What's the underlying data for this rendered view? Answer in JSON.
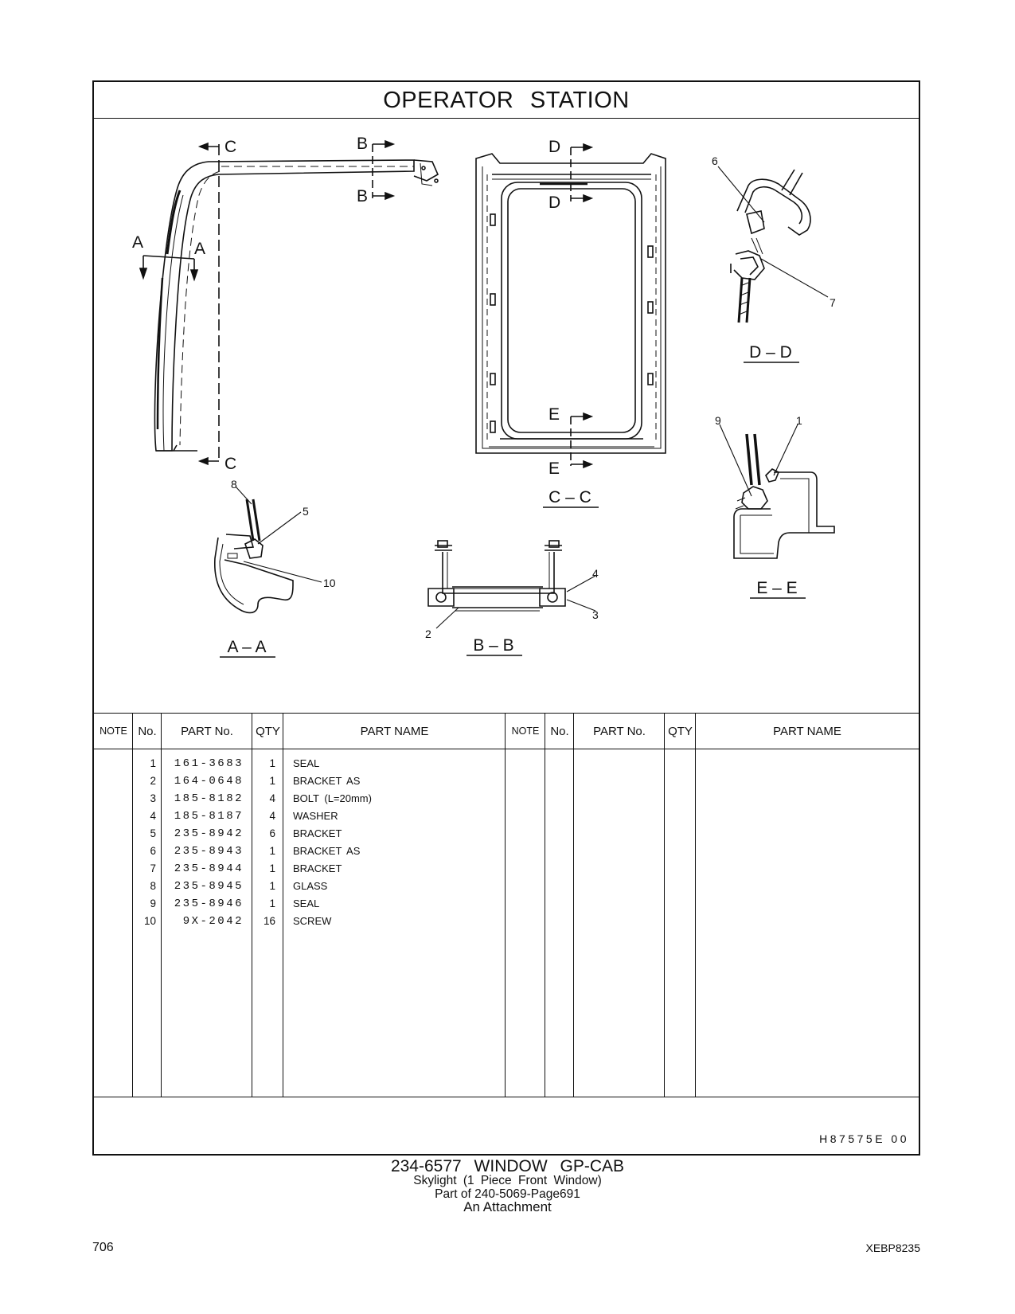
{
  "header": {
    "title": "OPERATOR STATION"
  },
  "diagram": {
    "section_letters": {
      "a": "A",
      "b": "B",
      "c": "C",
      "d": "D",
      "e": "E"
    },
    "view_labels": {
      "aa": "A – A",
      "bb": "B – B",
      "cc": "C – C",
      "dd": "D – D",
      "ee": "E – E"
    },
    "callouts": {
      "c1": "1",
      "c2": "2",
      "c3": "3",
      "c4": "4",
      "c5": "5",
      "c6": "6",
      "c7": "7",
      "c8": "8",
      "c9": "9",
      "c10": "10"
    }
  },
  "table": {
    "headers": {
      "note": "NOTE",
      "no": "No.",
      "part_no": "PART No.",
      "qty": "QTY",
      "part_name": "PART NAME"
    },
    "rows": [
      {
        "no": "1",
        "part_no": "161-3683",
        "qty": "1",
        "name": "SEAL"
      },
      {
        "no": "2",
        "part_no": "164-0648",
        "qty": "1",
        "name": "BRACKET AS"
      },
      {
        "no": "3",
        "part_no": "185-8182",
        "qty": "4",
        "name": "BOLT (L=20mm)"
      },
      {
        "no": "4",
        "part_no": "185-8187",
        "qty": "4",
        "name": "WASHER"
      },
      {
        "no": "5",
        "part_no": "235-8942",
        "qty": "6",
        "name": "BRACKET"
      },
      {
        "no": "6",
        "part_no": "235-8943",
        "qty": "1",
        "name": "BRACKET AS"
      },
      {
        "no": "7",
        "part_no": "235-8944",
        "qty": "1",
        "name": "BRACKET"
      },
      {
        "no": "8",
        "part_no": "235-8945",
        "qty": "1",
        "name": "GLASS"
      },
      {
        "no": "9",
        "part_no": "235-8946",
        "qty": "1",
        "name": "SEAL"
      },
      {
        "no": "10",
        "part_no": "9X-2042",
        "qty": "16",
        "name": "SCREW"
      }
    ]
  },
  "drawing_code": "H87575E 00",
  "caption": {
    "line1": "234-6577 WINDOW GP-CAB",
    "line2": "Skylight (1 Piece Front Window)",
    "line3": "Part of 240-5069-Page691",
    "line4": "An Attachment"
  },
  "page": {
    "number": "706",
    "doc_id": "XEBP8235"
  }
}
